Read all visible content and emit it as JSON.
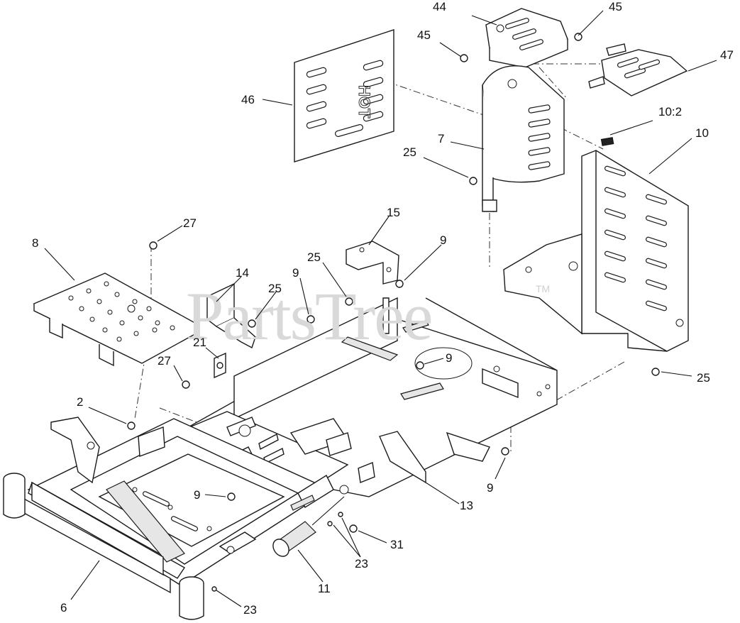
{
  "diagram": {
    "watermark": {
      "text": "PartsTree",
      "trademark": "TM"
    },
    "decal_text": "HOT",
    "callouts": [
      {
        "id": "c44a",
        "label": "44"
      },
      {
        "id": "c45a",
        "label": "45"
      },
      {
        "id": "c45b",
        "label": "45"
      },
      {
        "id": "c47",
        "label": "47"
      },
      {
        "id": "c46",
        "label": "46"
      },
      {
        "id": "c10-2",
        "label": "10:2"
      },
      {
        "id": "c10",
        "label": "10"
      },
      {
        "id": "c7",
        "label": "7"
      },
      {
        "id": "c25a",
        "label": "25"
      },
      {
        "id": "c15",
        "label": "15"
      },
      {
        "id": "c9a",
        "label": "9"
      },
      {
        "id": "c27a",
        "label": "27"
      },
      {
        "id": "c8",
        "label": "8"
      },
      {
        "id": "c14",
        "label": "14"
      },
      {
        "id": "c25b",
        "label": "25"
      },
      {
        "id": "c9b",
        "label": "9"
      },
      {
        "id": "c25c",
        "label": "25"
      },
      {
        "id": "c21",
        "label": "21"
      },
      {
        "id": "c9c",
        "label": "9"
      },
      {
        "id": "c27b",
        "label": "27"
      },
      {
        "id": "c25d",
        "label": "25"
      },
      {
        "id": "c2",
        "label": "2"
      },
      {
        "id": "c9d",
        "label": "9"
      },
      {
        "id": "c13",
        "label": "13"
      },
      {
        "id": "c9e",
        "label": "9"
      },
      {
        "id": "c31",
        "label": "31"
      },
      {
        "id": "c23a",
        "label": "23"
      },
      {
        "id": "c11",
        "label": "11"
      },
      {
        "id": "c6",
        "label": "6"
      },
      {
        "id": "c23b",
        "label": "23"
      }
    ]
  }
}
